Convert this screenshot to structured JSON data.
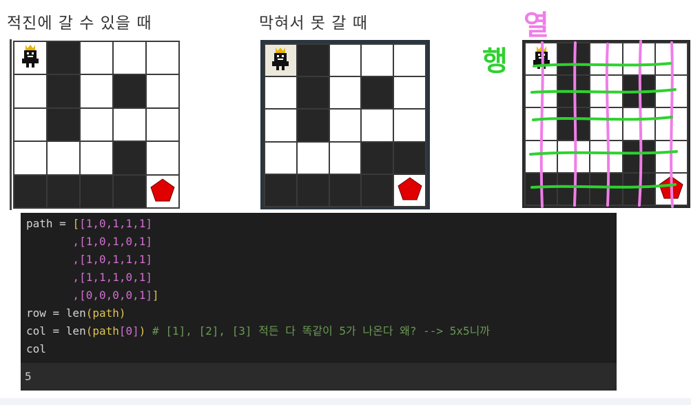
{
  "captions": {
    "left": "적진에 갈 수 있을 때",
    "middle": "막혀서 못 갈 때"
  },
  "annotations": {
    "col_label": "열",
    "row_label": "행"
  },
  "grid": [
    [
      1,
      0,
      1,
      1,
      1
    ],
    [
      1,
      0,
      1,
      0,
      1
    ],
    [
      1,
      0,
      1,
      1,
      1
    ],
    [
      1,
      1,
      1,
      0,
      1
    ],
    [
      0,
      0,
      0,
      0,
      1
    ]
  ],
  "grid_blocked": [
    [
      1,
      0,
      1,
      1,
      1
    ],
    [
      1,
      0,
      1,
      0,
      1
    ],
    [
      1,
      0,
      1,
      1,
      1
    ],
    [
      1,
      1,
      1,
      0,
      0
    ],
    [
      0,
      0,
      0,
      0,
      1
    ]
  ],
  "code": {
    "line1_a": "path = ",
    "line1_b": "[",
    "line1_c": "[1,0,1,1,1]",
    "line2": "       ,[1,0,1,0,1]",
    "line3": "       ,[1,0,1,1,1]",
    "line4": "       ,[1,1,1,0,1]",
    "line5_a": "       ,[0,0,0,0,1]",
    "line5_b": "]",
    "line6_a": "row = len",
    "line6_b": "(path)",
    "line7_a": "col = len",
    "line7_b": "(path",
    "line7_c": "[0]",
    "line7_d": ")",
    "line7_comment": " # [1], [2], [3] 적든 다 똑같이 5가 나온다 왜? --> 5x5니까",
    "line8": "col"
  },
  "output": {
    "value": "5"
  },
  "colors": {
    "wall": "#262626",
    "pink": "#f07de8",
    "green": "#2fd12f",
    "goal": "#e00000"
  }
}
